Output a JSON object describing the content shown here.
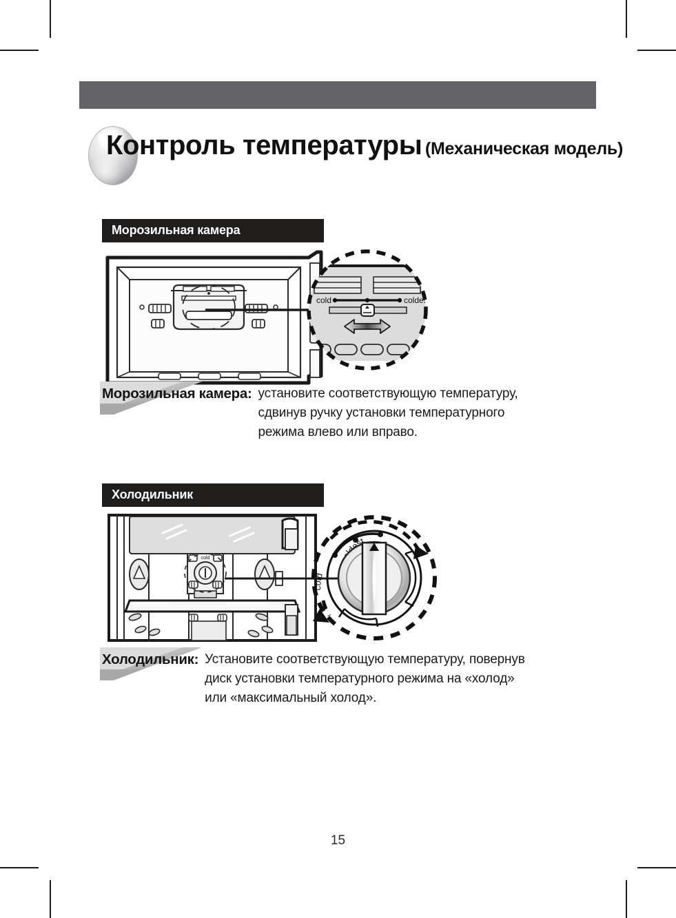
{
  "page": {
    "number": "15",
    "header_bar_color": "#636266",
    "section_header_color": "#201d1d"
  },
  "title": {
    "main": "Контроль температуры",
    "sub": "(Механическая модель)",
    "decoration_icon": "glossy-sphere-icon"
  },
  "sections": [
    {
      "id": "freezer",
      "header": "Морозильная камера",
      "control_type": "slider",
      "control_labels": {
        "left": "cold",
        "right": "coldest"
      },
      "paragraph": {
        "label": "Морозильная камера:",
        "lines": [
          "установите соответствующую температуру,",
          "сдвинув ручку установки температурного",
          "режима влево или вправо."
        ]
      }
    },
    {
      "id": "fridge",
      "header": "Холодильник",
      "control_type": "rotary-dial",
      "control_labels": {
        "left": "cold",
        "right": "coldest"
      },
      "paragraph": {
        "label": "Холодильник:",
        "lines": [
          "Установите соответствующую температуру, повернув",
          "диск установки температурного режима на «холод»",
          "или «максимальный холод»."
        ]
      }
    }
  ]
}
